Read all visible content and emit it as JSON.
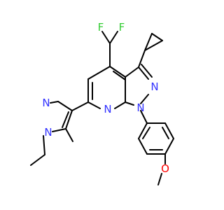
{
  "atoms": {
    "f1": "F",
    "f2": "F",
    "n_pyrazole_top": "N",
    "n_pyrazole_ethyl": "N",
    "n_pyridine": "N",
    "n_pyrazolo_1": "N",
    "n_pyrazolo_2": "N",
    "o_methoxy": "O"
  },
  "colors": {
    "carbon_bond": "#000000",
    "nitrogen": "#3333ff",
    "fluorine": "#33cc33",
    "oxygen": "#ff0000",
    "background": "#ffffff"
  }
}
